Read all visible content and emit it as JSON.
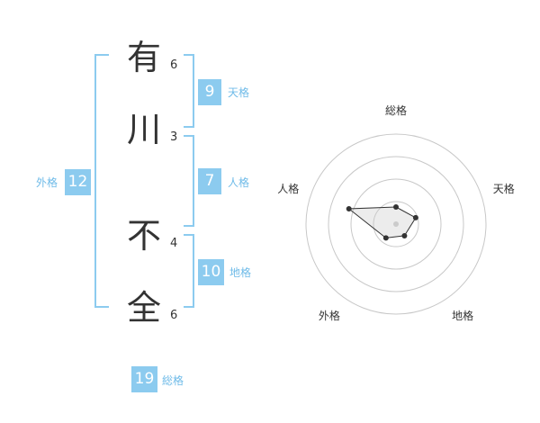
{
  "name": {
    "chars": [
      {
        "char": "有",
        "strokes": "6"
      },
      {
        "char": "川",
        "strokes": "3"
      },
      {
        "char": "不",
        "strokes": "4"
      },
      {
        "char": "全",
        "strokes": "6"
      }
    ]
  },
  "kaku": {
    "ten": {
      "value": "9",
      "label": "天格"
    },
    "jin": {
      "value": "7",
      "label": "人格"
    },
    "chi": {
      "value": "10",
      "label": "地格"
    },
    "gai": {
      "value": "12",
      "label": "外格"
    },
    "sou": {
      "value": "19",
      "label": "総格"
    }
  },
  "colors": {
    "accent": "#8ccbef",
    "label": "#6fbbe8",
    "text": "#333333"
  },
  "chart_data": {
    "type": "radar",
    "categories": [
      "総格",
      "天格",
      "地格",
      "外格",
      "人格"
    ],
    "values": [
      0.19,
      0.23,
      0.16,
      0.19,
      0.55
    ],
    "range": [
      0,
      1
    ],
    "rings": 4
  }
}
